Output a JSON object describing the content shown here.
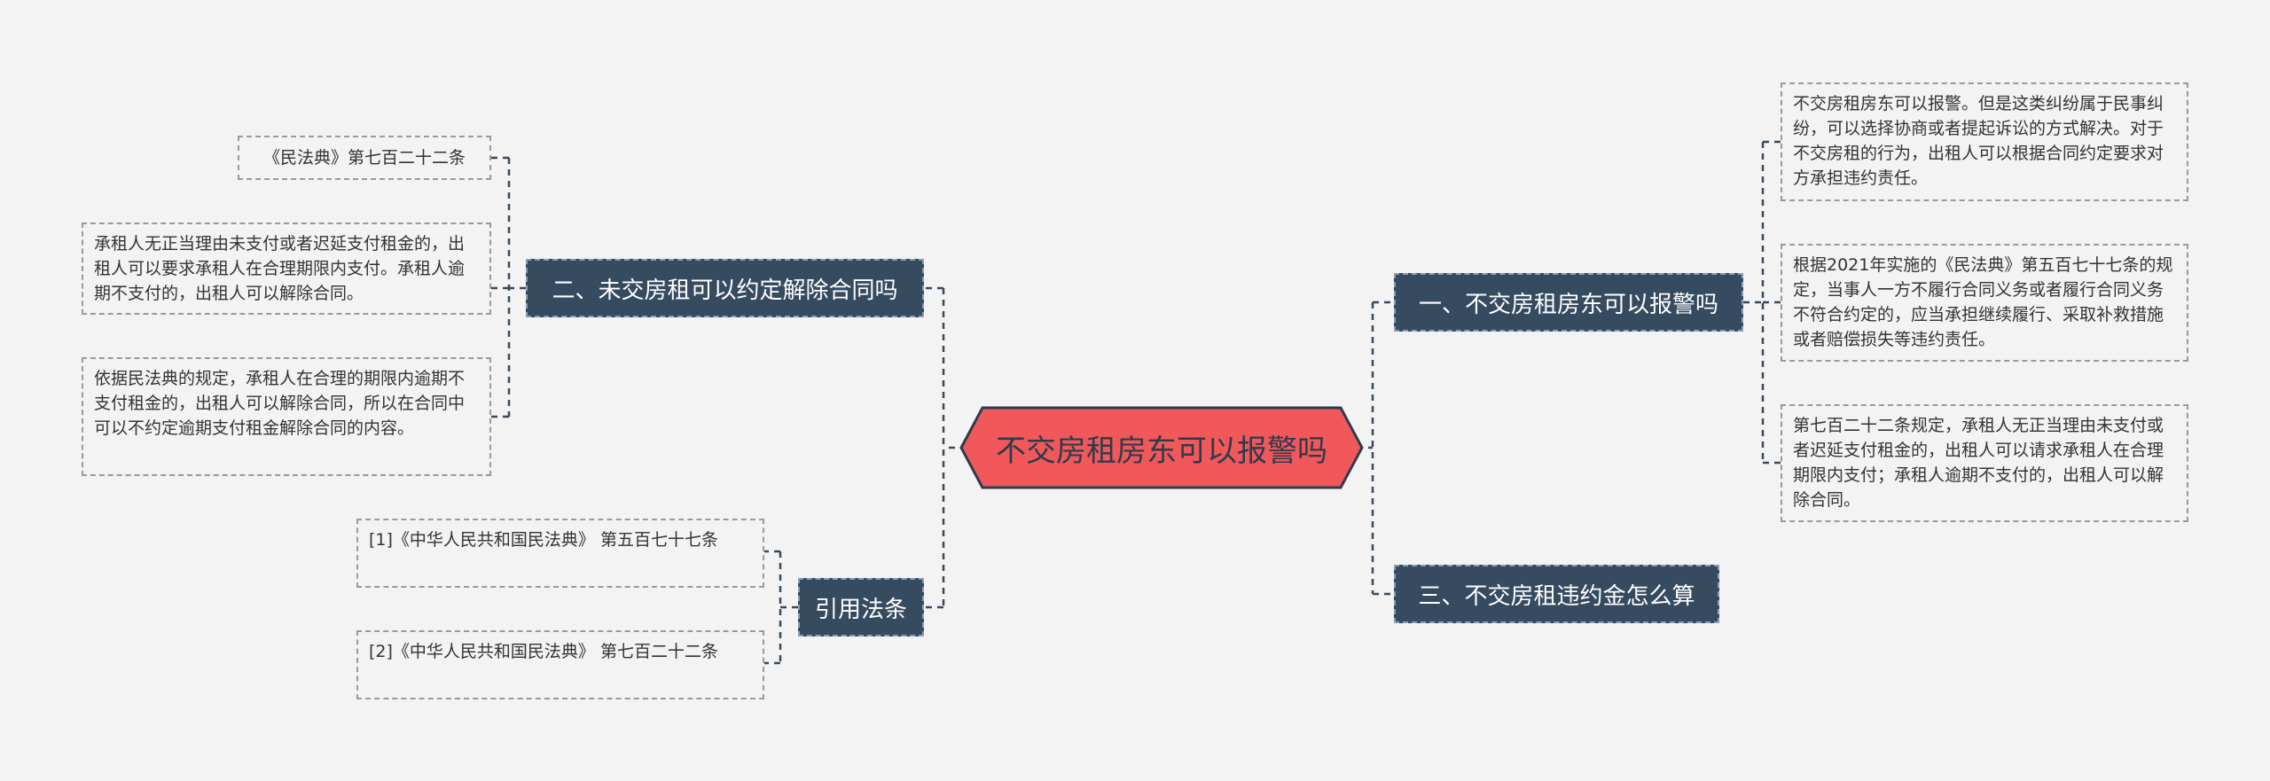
{
  "root": {
    "label": "不交房租房东可以报警吗",
    "fill": "#f0585a",
    "stroke": "#2e3b4e"
  },
  "topics": {
    "t1": "一、不交房租房东可以报警吗",
    "t2": "二、未交房租可以约定解除合同吗",
    "t3": "三、不交房租违约金怎么算",
    "t4": "引用法条"
  },
  "leaves": {
    "t1_a": "不交房租房东可以报警。但是这类纠纷属于民事纠纷，可以选择协商或者提起诉讼的方式解决。对于不交房租的行为，出租人可以根据合同约定要求对方承担违约责任。",
    "t1_b": "根据2021年实施的《民法典》第五百七十七条的规定，当事人一方不履行合同义务或者履行合同义务不符合约定的，应当承担继续履行、采取补救措施或者赔偿损失等违约责任。",
    "t1_c": "第七百二十二条规定，承租人无正当理由未支付或者迟延支付租金的，出租人可以请求承租人在合理期限内支付；承租人逾期不支付的，出租人可以解除合同。",
    "t2_a": "《民法典》第七百二十二条",
    "t2_b": "承租人无正当理由未支付或者迟延支付租金的，出租人可以要求承租人在合理期限内支付。承租人逾期不支付的，出租人可以解除合同。",
    "t2_c": "依据民法典的规定，承租人在合理的期限内逾期不支付租金的，出租人可以解除合同，所以在合同中可以不约定逾期支付租金解除合同的内容。",
    "t4_a": "[1]《中华人民共和国民法典》 第五百七十七条",
    "t4_b": "[2]《中华人民共和国民法典》 第七百二十二条"
  },
  "colors": {
    "topic_fill": "#364a60",
    "connector": "#3b4a5a",
    "leaf_border": "#9a9a9a",
    "background": "#f3f3f3"
  }
}
